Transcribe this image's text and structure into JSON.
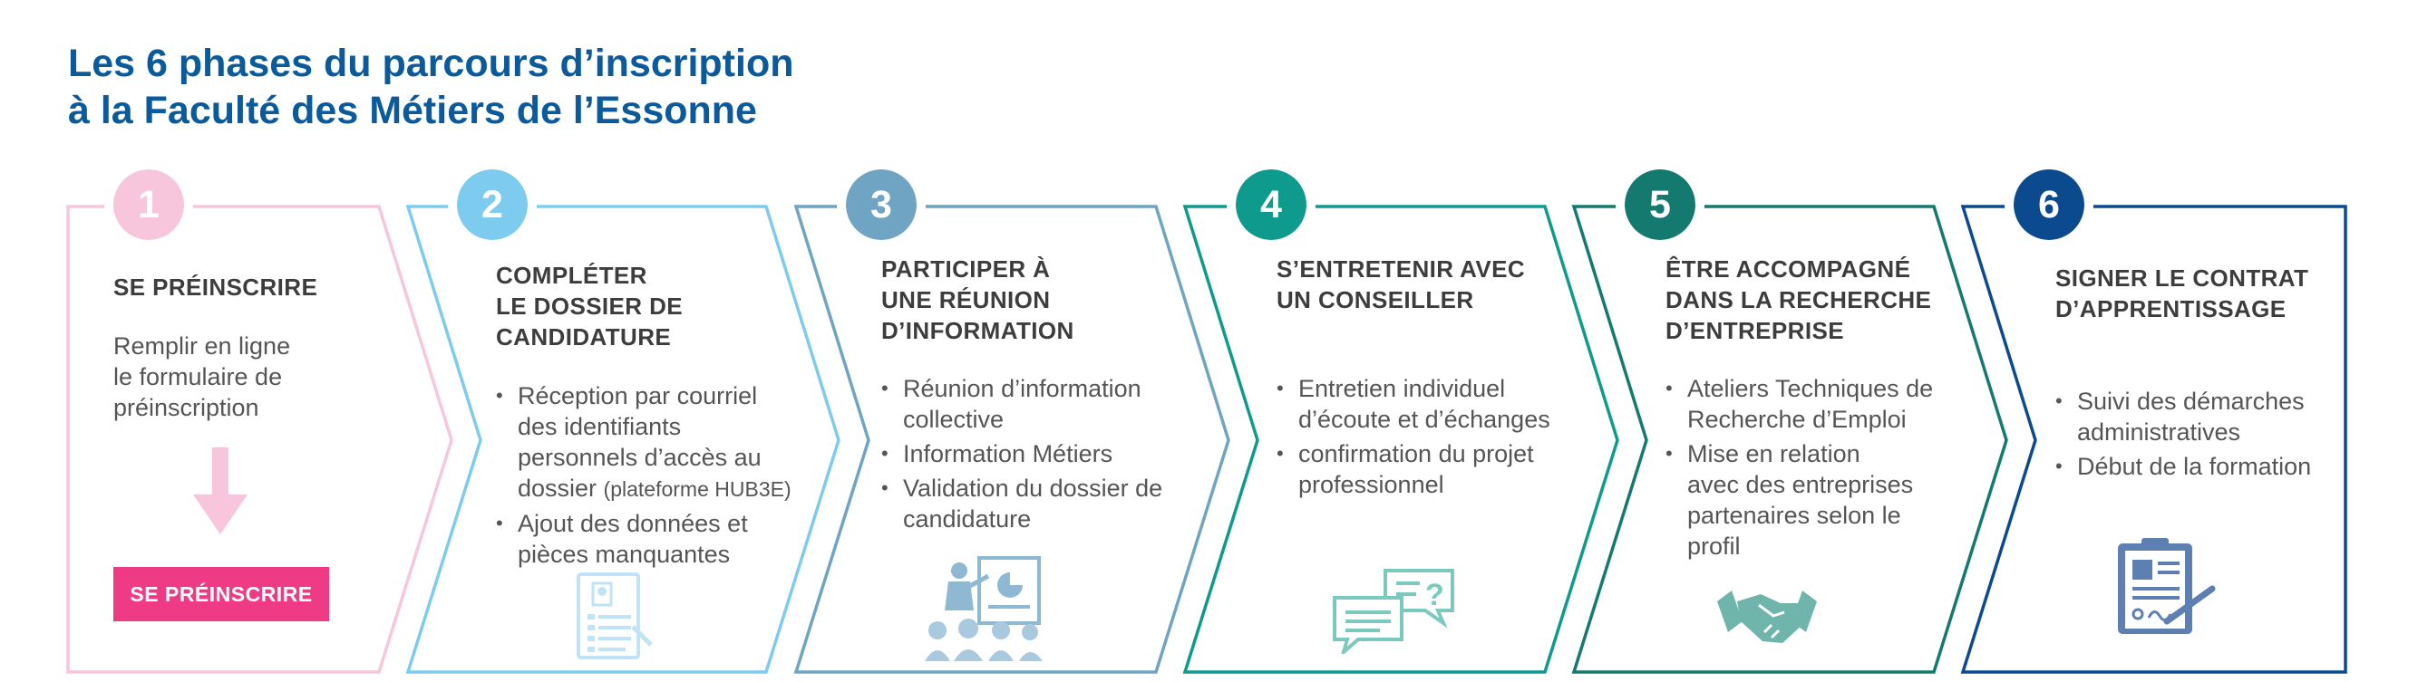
{
  "title": {
    "line1": "Les 6 phases du parcours d’inscription",
    "line2": "à la Faculté des Métiers de l’Essonne"
  },
  "phases": [
    {
      "number": "1",
      "color": "#f7c6dc",
      "title_lines": [
        "SE PRÉINSCRIRE"
      ],
      "description_lines": [
        "Remplir en ligne",
        "le formulaire de",
        "préinscription"
      ],
      "button_label": "SE PRÉINSCRIRE",
      "button_color": "#ef3b86",
      "icon": "down-arrow-icon"
    },
    {
      "number": "2",
      "color": "#7dcbef",
      "title_lines": [
        "COMPLÉTER",
        "LE DOSSIER DE",
        "CANDIDATURE"
      ],
      "bullet1_lines": [
        "Réception par courriel",
        "des identifiants",
        "personnels d’accès au",
        "dossier "
      ],
      "bullet1_note": "(plateforme HUB3E)",
      "bullet2_lines": [
        "Ajout des données et",
        "pièces manquantes"
      ],
      "icon": "form-document-icon"
    },
    {
      "number": "3",
      "color": "#6fa4c2",
      "title_lines": [
        "PARTICIPER À",
        "UNE RÉUNION",
        "D’INFORMATION"
      ],
      "bullets": [
        [
          "Réunion d’information",
          "collective"
        ],
        [
          "Information Métiers"
        ],
        [
          "Validation du dossier de",
          "candidature"
        ]
      ],
      "icon": "presentation-meeting-icon"
    },
    {
      "number": "4",
      "color": "#0e9b8e",
      "title_lines": [
        "S’ENTRETENIR AVEC",
        "UN CONSEILLER"
      ],
      "bullets": [
        [
          "Entretien individuel",
          "d’écoute et d’échanges"
        ],
        [
          "confirmation du projet",
          "professionnel"
        ]
      ],
      "icon": "chat-bubbles-icon"
    },
    {
      "number": "5",
      "color": "#147a6f",
      "title_lines": [
        "ÊTRE ACCOMPAGNÉ",
        "DANS LA RECHERCHE",
        "D’ENTREPRISE"
      ],
      "bullets": [
        [
          "Ateliers Techniques de",
          "Recherche d’Emploi"
        ],
        [
          "Mise en relation",
          "avec des entreprises",
          "partenaires selon le",
          "profil"
        ]
      ],
      "icon": "handshake-icon"
    },
    {
      "number": "6",
      "color": "#0b4a8f",
      "title_lines": [
        "SIGNER LE CONTRAT",
        "D’APPRENTISSAGE"
      ],
      "bullets": [
        [
          "Suivi des démarches",
          "administratives"
        ],
        [
          "Début de la formation"
        ]
      ],
      "icon": "signed-contract-icon"
    }
  ]
}
